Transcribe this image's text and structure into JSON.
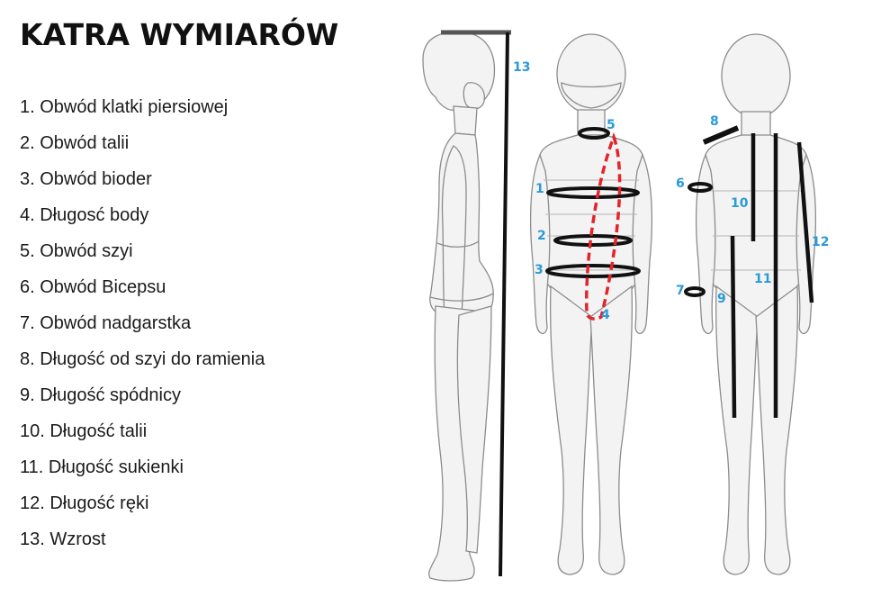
{
  "title": "KATRA WYMIARÓW",
  "measurements": [
    {
      "number": "1",
      "label": "1. Obwód klatki piersiowej"
    },
    {
      "number": "2",
      "label": "2. Obwód talii"
    },
    {
      "number": "3",
      "label": "3. Obwód bioder"
    },
    {
      "number": "4",
      "label": "4. Długosć body"
    },
    {
      "number": "5",
      "label": "5. Obwód szyi"
    },
    {
      "number": "6",
      "label": "6. Obwód Bicepsu"
    },
    {
      "number": "7",
      "label": "7. Obwód nadgarstka"
    },
    {
      "number": "8",
      "label": "8. Długość od szyi do ramienia"
    },
    {
      "number": "9",
      "label": "9. Długość spódnicy"
    },
    {
      "number": "10",
      "label": "10. Długość talii"
    },
    {
      "number": "11",
      "label": "11. Długość sukienki"
    },
    {
      "number": "12",
      "label": "12. Długość ręki"
    },
    {
      "number": "13",
      "label": "13. Wzrost"
    }
  ],
  "colors": {
    "number_labels": "#2a9ad8",
    "measure_lines": "#111111",
    "body_length_line": "#e3242b",
    "figure_outline": "#8c8c8c",
    "figure_fill": "#f3f3f3"
  }
}
